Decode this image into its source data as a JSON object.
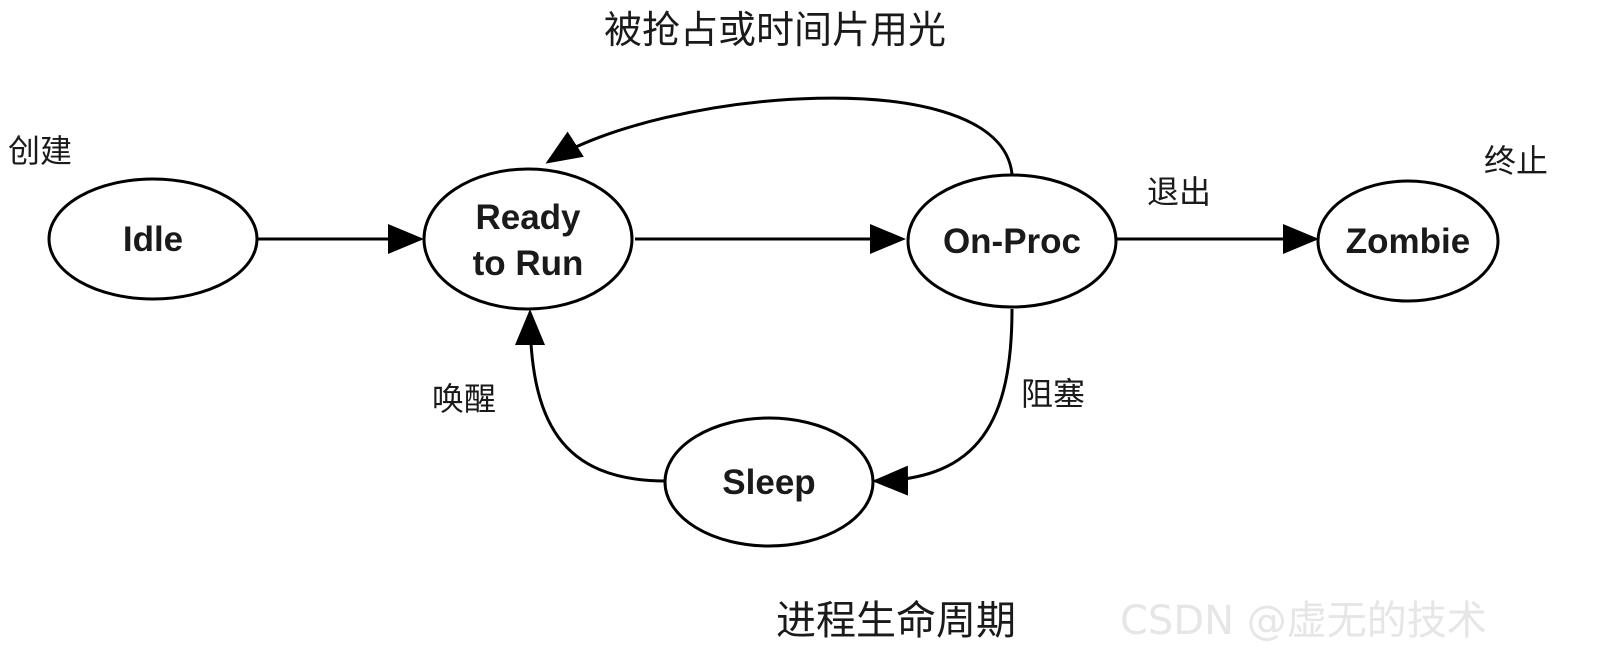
{
  "top_label": "被抢占或时间片用光",
  "states": {
    "idle": "Idle",
    "ready_line1": "Ready",
    "ready_line2": "to Run",
    "onproc": "On-Proc",
    "zombie": "Zombie",
    "sleep": "Sleep"
  },
  "labels": {
    "create": "创建",
    "terminate": "终止",
    "exit": "退出",
    "wakeup": "唤醒",
    "block": "阻塞"
  },
  "caption": "进程生命周期",
  "watermark": "CSDN @虚无的技术"
}
